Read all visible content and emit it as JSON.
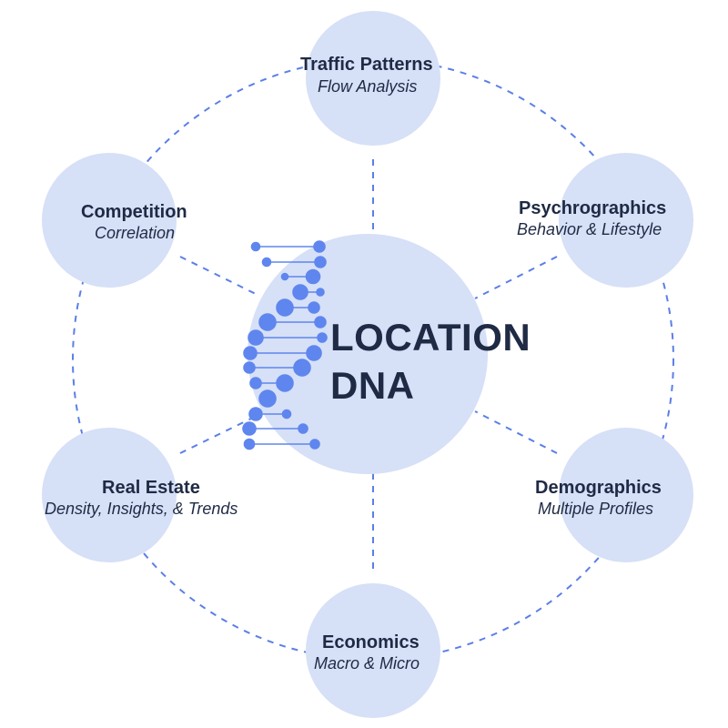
{
  "center": {
    "line1": "LOCATION",
    "line2": "DNA"
  },
  "nodes": [
    {
      "id": "traffic-patterns",
      "title": "Traffic Patterns",
      "subtitle": "Flow Analysis"
    },
    {
      "id": "psychrographics",
      "title": "Psychrographics",
      "subtitle": "Behavior & Lifestyle"
    },
    {
      "id": "demographics",
      "title": "Demographics",
      "subtitle": "Multiple Profiles"
    },
    {
      "id": "economics",
      "title": "Economics",
      "subtitle": "Macro & Micro"
    },
    {
      "id": "real-estate",
      "title": "Real Estate",
      "subtitle": "Density, Insights, & Trends"
    },
    {
      "id": "competition",
      "title": "Competition",
      "subtitle": "Correlation"
    }
  ],
  "colors": {
    "node_fill": "#d6e0f7",
    "dashed_line": "#5b7fe6",
    "dna_accent": "#5f86ee",
    "text": "#1f2a44"
  },
  "icons": {
    "center_graphic": "dna-helix-icon"
  }
}
